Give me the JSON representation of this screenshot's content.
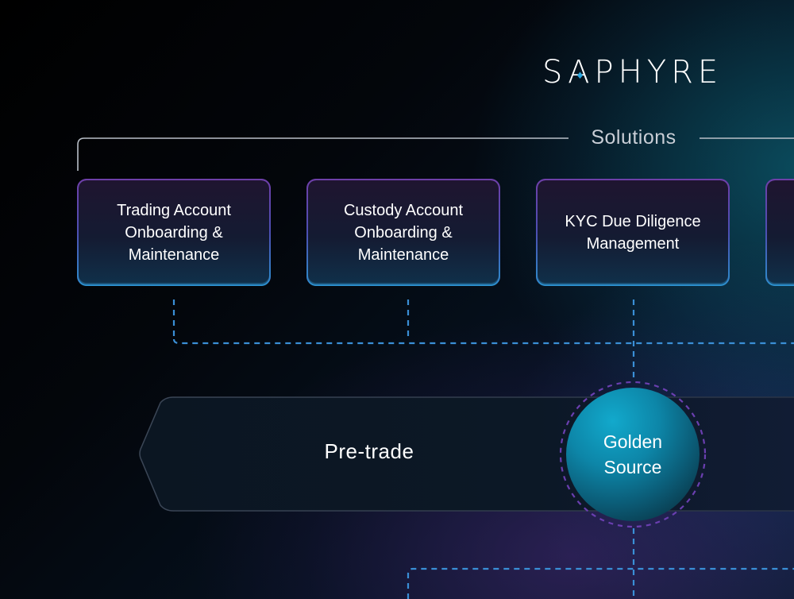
{
  "brand": {
    "logo_text": "SAPHYRE"
  },
  "solutions": {
    "label": "Solutions",
    "cards": [
      {
        "label": "Trading Account\nOnboarding &\nMaintenance"
      },
      {
        "label": "Custody Account\nOnboarding &\nMaintenance"
      },
      {
        "label": "KYC Due Diligence\nManagement"
      },
      {
        "label": ""
      }
    ]
  },
  "flow": {
    "stage_label": "Pre-trade",
    "hub_label": "Golden\nSource"
  },
  "colors": {
    "card_border_top": "#6b3fa6",
    "card_border_bottom": "#2f86c4",
    "connector": "#3a8fd6",
    "hub": "#0d86a8",
    "hub_ring": "#6a3fb0"
  }
}
